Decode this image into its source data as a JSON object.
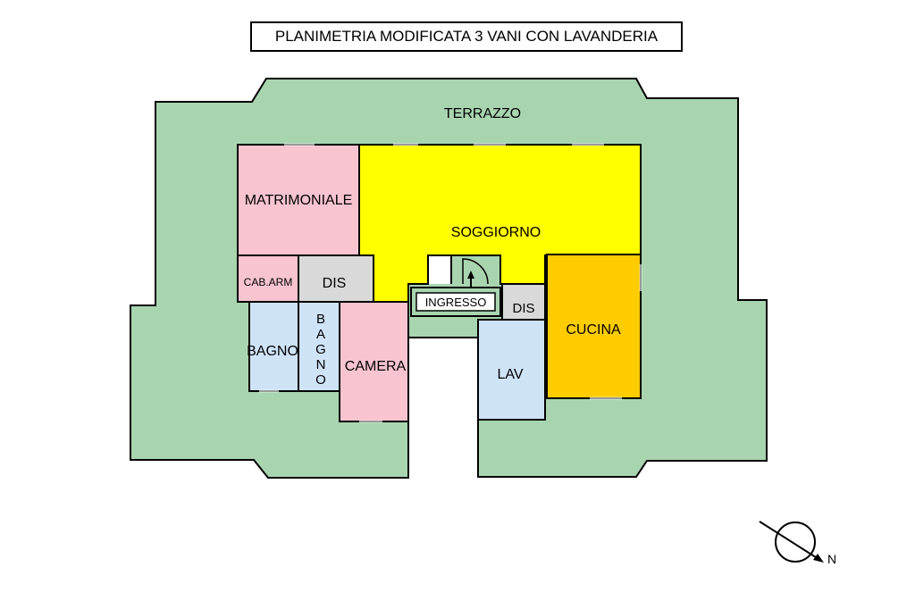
{
  "title": "PLANIMETRIA MODIFICATA 3 VANI CON LAVANDERIA",
  "colors": {
    "terrace": "#a8d5b0",
    "master_bedroom": "#f7c4cf",
    "living": "#ffff00",
    "bedroom": "#f7c4cf",
    "bathroom": "#cfe3f7",
    "corridor": "#d9d9d9",
    "kitchen": "#ffcc00",
    "laundry": "#cfe3f7",
    "wardrobe": "#f7c4cf",
    "wall": "#000000"
  },
  "rooms": {
    "terrace": "TERRAZZO",
    "master_bedroom": "MATRIMONIALE",
    "living": "SOGGIORNO",
    "wardrobe": "CAB.ARM",
    "corridor_left": "DIS",
    "bathroom_left": "BAGNO",
    "bathroom_vertical": [
      "B",
      "A",
      "G",
      "N",
      "O"
    ],
    "bedroom": "CAMERA",
    "entrance": "INGRESSO",
    "corridor_right": "DIS",
    "laundry": "LAV",
    "kitchen": "CUCINA"
  },
  "compass": {
    "north_label": "N"
  }
}
